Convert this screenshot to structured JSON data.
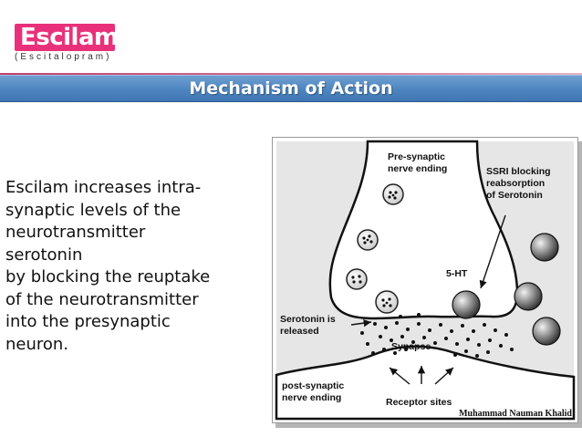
{
  "logo": {
    "brand": "Escilam",
    "generic": "(Escitalopram)"
  },
  "slide": {
    "title": "Mechanism of Action",
    "body_lines": [
      "Escilam increases intra-",
      "synaptic levels of the",
      "neurotransmitter",
      "serotonin",
      "by blocking the reuptake",
      "of the neurotransmitter",
      "into the presynaptic",
      "neuron."
    ]
  },
  "diagram": {
    "label_presynaptic_1": "Pre-synaptic",
    "label_presynaptic_2": "nerve ending",
    "label_ssri_1": "SSRI blocking",
    "label_ssri_2": "reabsorption",
    "label_ssri_3": "of Serotonin",
    "label_5ht": "5-HT",
    "label_serotonin_1": "Serotonin is",
    "label_serotonin_2": "released",
    "label_synapse": "Synapse",
    "label_postsynaptic_1": "post-synaptic",
    "label_postsynaptic_2": "nerve ending",
    "label_receptor": "Receptor sites",
    "credit": "Muhammad Nauman Khalid"
  },
  "colors": {
    "brand_pink": "#e8317a",
    "title_bar_blue": "#4f87c2",
    "title_text": "#ffffff"
  }
}
